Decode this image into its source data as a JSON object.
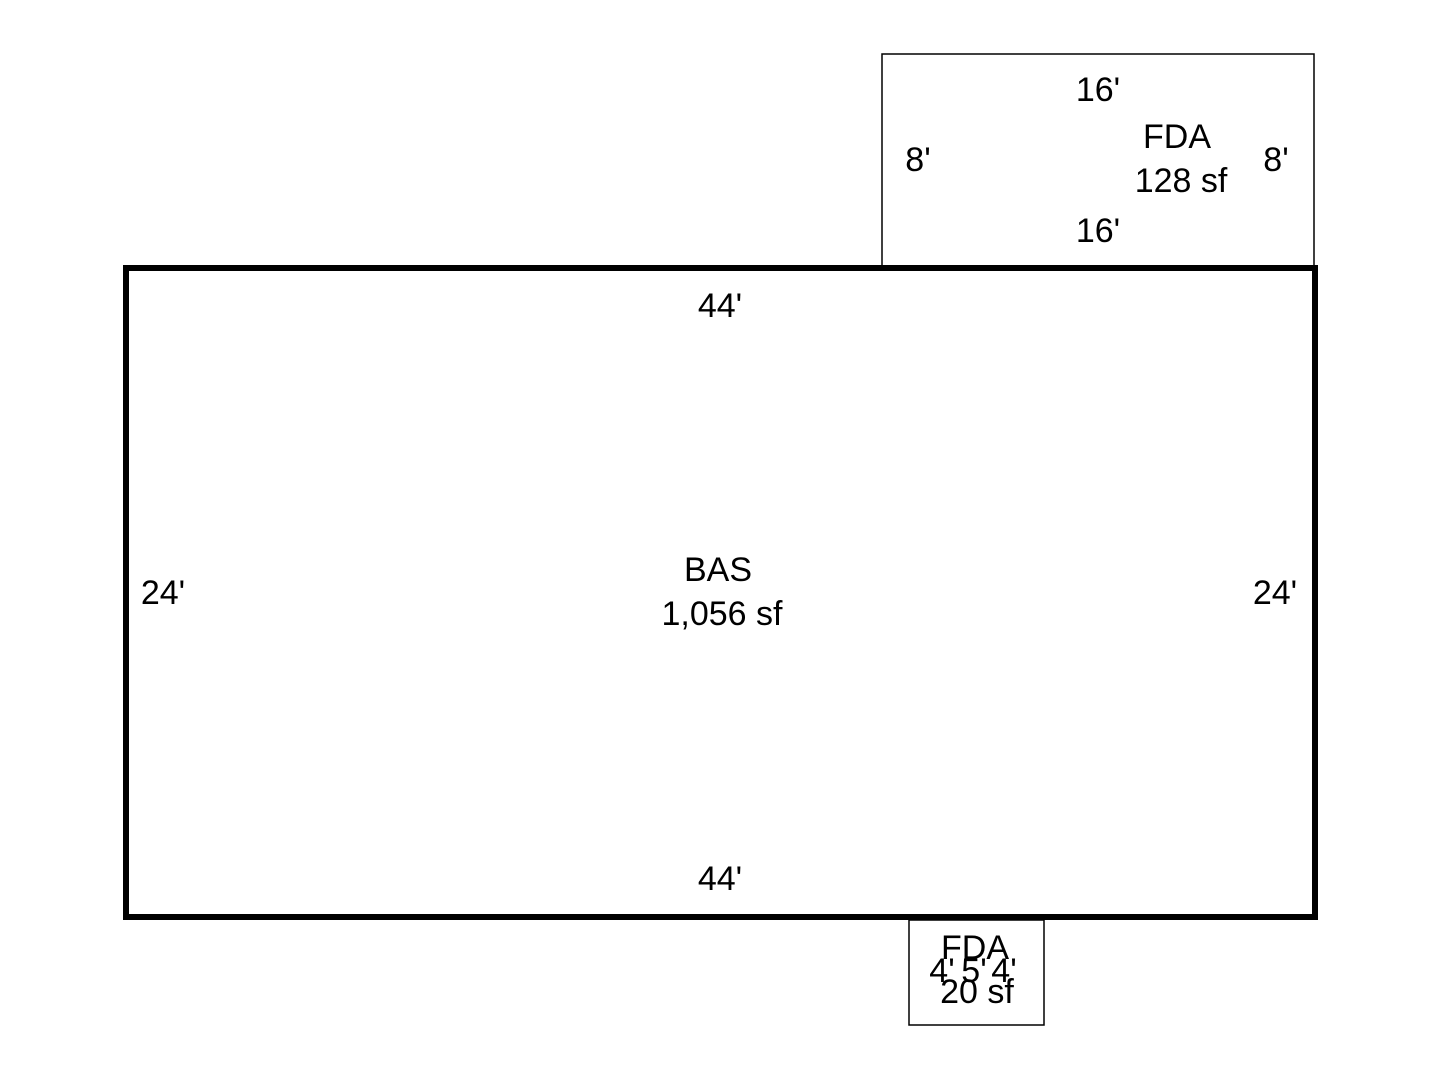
{
  "colors": {
    "background": "#ffffff",
    "line": "#000000"
  },
  "sketch": {
    "areas": [
      {
        "code": "FDA",
        "area": "128 sf",
        "dims": {
          "top": "16'",
          "bottom": "16'",
          "left": "8'",
          "right": "8'"
        }
      },
      {
        "code": "BAS",
        "area": "1,056 sf",
        "dims": {
          "top": "44'",
          "bottom": "44'",
          "left": "24'",
          "right": "24'"
        }
      },
      {
        "code": "FDA",
        "area": "20 sf",
        "dims": {
          "side_a": "4'",
          "side_b": "5'",
          "side_c": "4'"
        }
      }
    ]
  }
}
